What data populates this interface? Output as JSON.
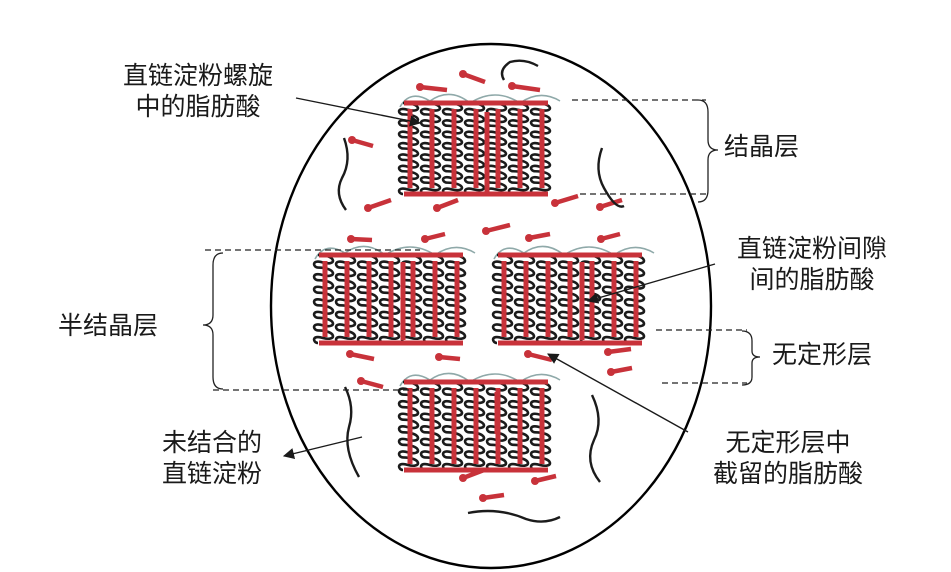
{
  "labels": {
    "amylose_helix_fa": [
      "直链淀粉螺旋",
      "中的脂肪酸"
    ],
    "crystalline_layer": "结晶层",
    "interstitial_fa": [
      "直链淀粉间隙",
      "间的脂肪酸"
    ],
    "semicrystalline_layer": "半结晶层",
    "amorphous_layer": "无定形层",
    "unbound_amylose": [
      "未结合的",
      "直链淀粉"
    ],
    "trapped_fa": [
      "无定形层中",
      "截留的脂肪酸"
    ]
  },
  "colors": {
    "helix": "#1b1b1b",
    "fatty_acid": "#c8323a",
    "connector": "#8fa9a9",
    "outline": "#000000"
  }
}
